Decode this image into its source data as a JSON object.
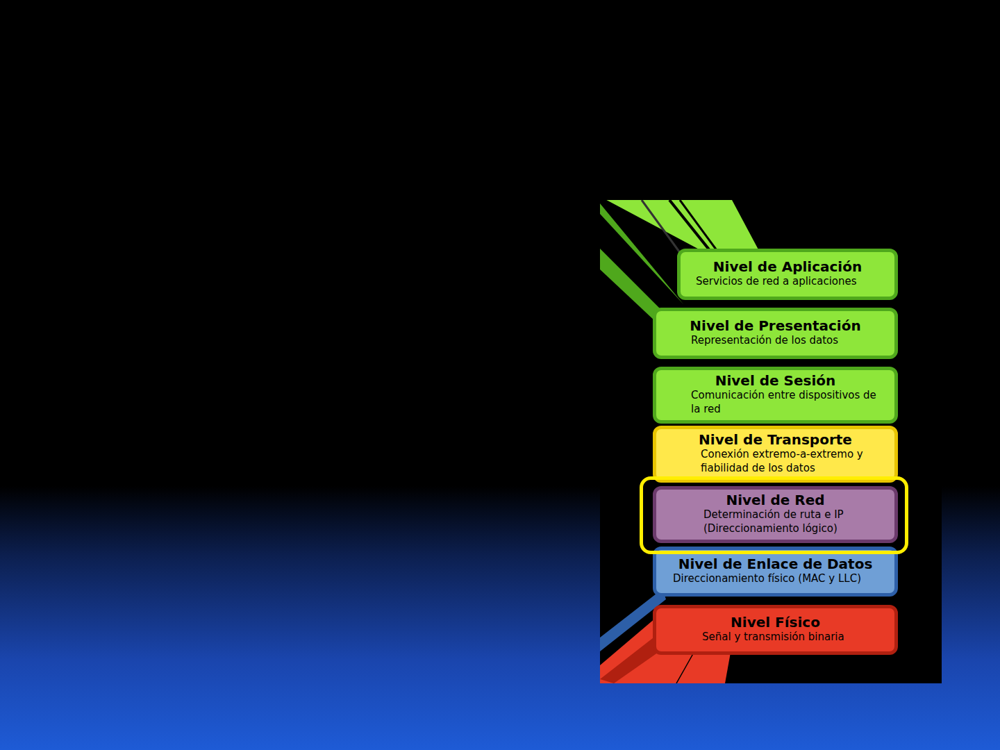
{
  "diagram": {
    "nodes": [
      {
        "text": [
          "Nivel de Aplicación",
          "Servicios de red a aplicaciones"
        ]
      },
      {
        "text": [
          "Nivel de Presentación",
          "Representación de los datos"
        ]
      },
      {
        "text": [
          "Nivel de Sesión",
          "Comunicación entre dispositivos de la red"
        ]
      },
      {
        "text": [
          "Nivel de Transporte",
          "Conexión extremo-a-extremo y fiabilidad de los datos"
        ]
      },
      {
        "text": [
          "Nivel de Red",
          "Determinación de ruta e IP (Direccionamiento lógico)"
        ]
      },
      {
        "text": [
          "Nivel de Enlace de Datos",
          "Direccionamiento físico (MAC y LLC)"
        ]
      },
      {
        "text": [
          "Nivel Físico",
          "Señal y transmisión binaria"
        ]
      }
    ]
  }
}
